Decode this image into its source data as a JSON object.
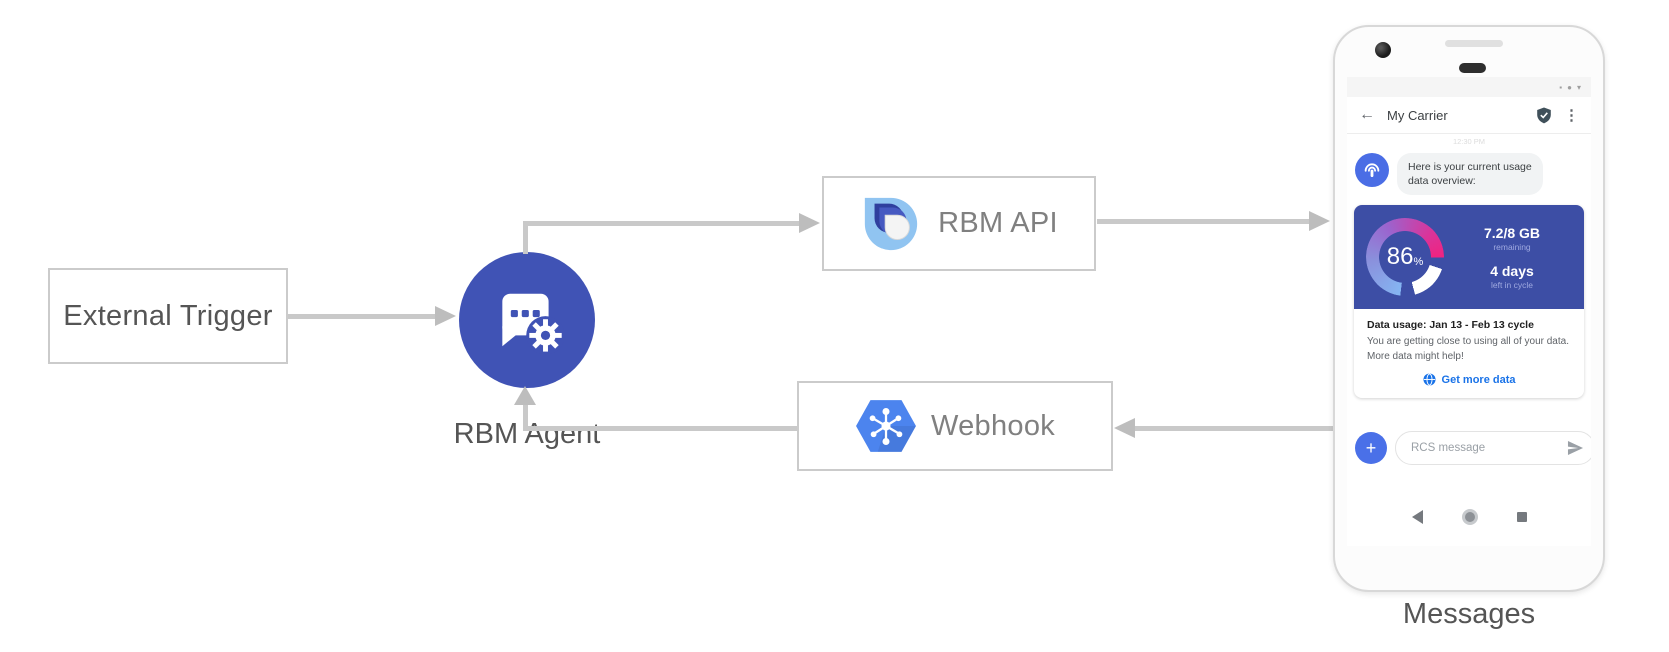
{
  "diagram": {
    "external_trigger_label": "External Trigger",
    "rbm_agent_label": "RBM Agent",
    "rbm_api_label": "RBM API",
    "webhook_label": "Webhook",
    "phone_caption": "Messages"
  },
  "phone": {
    "status_icons": [
      "▪",
      "●",
      "▾"
    ],
    "header": {
      "back_glyph": "←",
      "title": "My Carrier",
      "menu_glyph": "⋮"
    },
    "timestamp": "12:30 PM",
    "message": {
      "bubble_line1": "Here is your current usage",
      "bubble_line2": "data overview:"
    },
    "usage_card": {
      "percent": "86",
      "percent_sign": "%",
      "amount": "7.2/8 GB",
      "amount_sub": "remaining",
      "days": "4 days",
      "days_sub": "left in cycle",
      "title": "Data usage: Jan 13 - Feb 13 cycle",
      "body_line1": "You are getting close to using all of your data.",
      "body_line2": "More data might help!",
      "action_label": "Get more data"
    },
    "composer": {
      "plus_glyph": "+",
      "placeholder": "RCS message"
    }
  },
  "icons": {
    "agent": "chat-bubble-gear-icon",
    "rbm_api": "rcs-drop-logo",
    "webhook": "hexagon-network-icon",
    "avatar": "carrier-broadcast-icon",
    "verified": "shield-check-icon",
    "action": "globe-icon",
    "send": "send-icon"
  },
  "colors": {
    "agent_circle": "#4053B5",
    "card_indigo": "#3D4EA5",
    "link_blue": "#1A73E8",
    "webhook_blue": "#4C84EE",
    "avatar_blue": "#4A6DE5",
    "plus_blue": "#4A70E8",
    "arrow_gray": "#C9C9C9",
    "gauge_gradient": [
      "#85B5F2",
      "#8A90DC",
      "#9B64CE",
      "#D8359B",
      "#F02380"
    ],
    "gauge_remainder": "#FFFFFF"
  }
}
